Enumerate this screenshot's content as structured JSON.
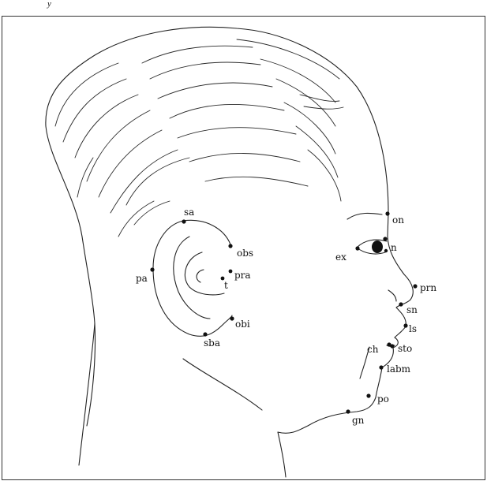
{
  "caption_fragment": "y",
  "landmarks": [
    {
      "id": "on",
      "label": "on"
    },
    {
      "id": "n",
      "label": "n"
    },
    {
      "id": "ex",
      "label": "ex"
    },
    {
      "id": "prn",
      "label": "prn"
    },
    {
      "id": "sn",
      "label": "sn"
    },
    {
      "id": "ls",
      "label": "ls"
    },
    {
      "id": "sto",
      "label": "sto"
    },
    {
      "id": "ch",
      "label": "ch"
    },
    {
      "id": "labm",
      "label": "labm"
    },
    {
      "id": "po",
      "label": "po"
    },
    {
      "id": "gn",
      "label": "gn"
    },
    {
      "id": "sa",
      "label": "sa"
    },
    {
      "id": "obs",
      "label": "obs"
    },
    {
      "id": "pra",
      "label": "pra"
    },
    {
      "id": "t",
      "label": "t"
    },
    {
      "id": "pa",
      "label": "pa"
    },
    {
      "id": "obi",
      "label": "obi"
    },
    {
      "id": "sba",
      "label": "sba"
    }
  ]
}
